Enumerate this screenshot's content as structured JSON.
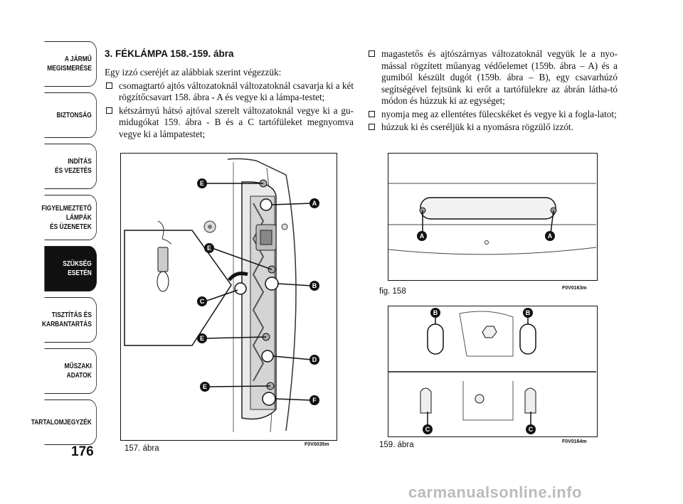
{
  "sidebar": {
    "tabs": [
      {
        "label": "A JÁRMŰ\nMEGISMERÉSE",
        "active": false
      },
      {
        "label": "BIZTONSÁG",
        "active": false
      },
      {
        "label": "INDÍTÁS\nÉS VEZETÉS",
        "active": false
      },
      {
        "label": "FIGYELMEZTETŐ\nLÁMPÁK\nÉS ÜZENETEK",
        "active": false
      },
      {
        "label": "SZÜKSÉG\nESETÉN",
        "active": true
      },
      {
        "label": "TISZTÍTÁS ÉS\nKARBANTARTÁS",
        "active": false
      },
      {
        "label": "MŰSZAKI\nADATOK",
        "active": false
      },
      {
        "label": "TARTALOMJEGYZÉK",
        "active": false
      }
    ]
  },
  "page_number": "176",
  "section": {
    "heading": "3. FÉKLÁMPA 158.-159. ábra",
    "intro": "Egy izzó cseréjét az alábbiak szerint végezzük:",
    "left_bullets": [
      "csomagtartó ajtós változatoknál változatoknál csavarja ki a két rögzítőcsavart 158. ábra - A és vegye ki a lámpa-testet;",
      "kétszárnyú hátsó ajtóval szerelt változatoknál vegye ki a gu-midugókat 159. ábra - B és a C tartófüleket megnyomva vegye ki a lámpatestet;"
    ],
    "right_bullets": [
      "magastetős és ajtószárnyas változatoknál vegyük le a nyo-mással rögzített műanyag védőelemet (159b. ábra – A) és a gumiból készült dugót (159b. ábra – B), egy csavarhúzó segítségével fejtsünk ki erőt a tartófülekre az ábrán látha-tó módon és húzzuk ki az egységet;",
      "nyomja meg az ellentétes fülecskéket és vegye ki a fogla-latot;",
      "húzzuk ki és cseréljük ki a nyomásra rögzülő izzót."
    ]
  },
  "figures": {
    "fig157": {
      "caption": "157. ábra",
      "code": "F0V0035m",
      "labels": [
        "E",
        "A",
        "E",
        "B",
        "C",
        "E",
        "D",
        "E",
        "F"
      ]
    },
    "fig158": {
      "caption": "fig. 158",
      "code": "F0V0163m",
      "labels": [
        "A",
        "A"
      ]
    },
    "fig159": {
      "caption": "159. ábra",
      "code": "F0V0164m",
      "labels": [
        "B",
        "B",
        "C",
        "C"
      ]
    }
  },
  "watermark": "carmanualsonline.info"
}
